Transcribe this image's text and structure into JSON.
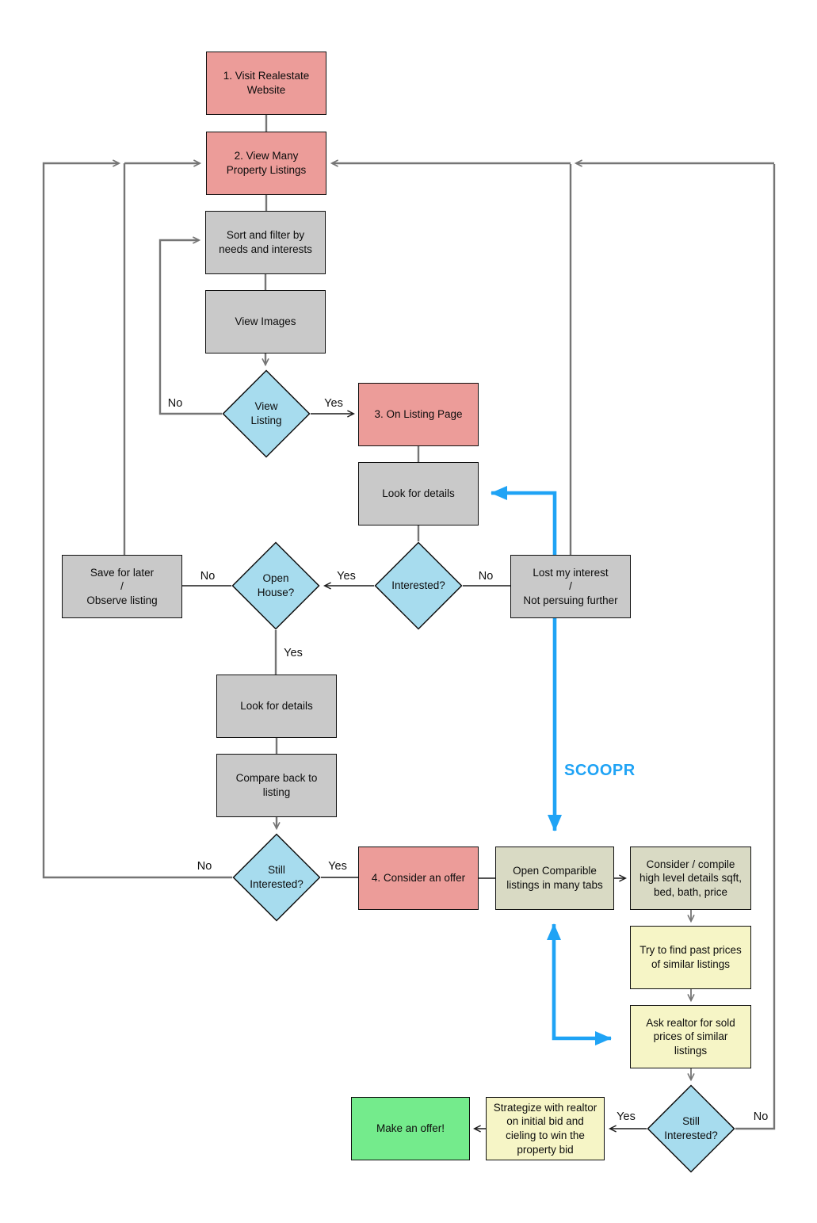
{
  "colors": {
    "start": "#ec9c99",
    "process": "#c9c9c9",
    "decision": "#a7dcee",
    "tool": "#d9dac4",
    "task": "#f6f5c6",
    "end": "#74eb8c",
    "accent": "#1fa3f5",
    "line": "#757575",
    "line_dark": "#1a1a1a"
  },
  "nodes": {
    "visit_website": {
      "text": "1. Visit Realestate Website"
    },
    "view_listings": {
      "text": "2. View Many Property Listings"
    },
    "sort_filter": {
      "text": "Sort and filter by needs and interests"
    },
    "view_images": {
      "text": "View Images"
    },
    "view_listing": {
      "text": "View\nListing"
    },
    "on_listing_page": {
      "text": "3. On Listing Page"
    },
    "look_details_1": {
      "text": "Look for details"
    },
    "interested": {
      "text": "Interested?"
    },
    "lost_interest": {
      "text": "Lost my interest\n/\nNot persuing further"
    },
    "save_later": {
      "text": "Save for later\n/\nObserve listing"
    },
    "open_house": {
      "text": "Open\nHouse?"
    },
    "look_details_2": {
      "text": "Look for details"
    },
    "compare_back": {
      "text": "Compare back to listing"
    },
    "still_interested_1": {
      "text": "Still\nInterested?"
    },
    "consider_offer": {
      "text": "4. Consider an offer"
    },
    "open_comparible": {
      "text": "Open Comparible listings in many tabs"
    },
    "consider_compile": {
      "text": "Consider / compile high level details sqft, bed, bath, price"
    },
    "find_past_prices": {
      "text": "Try to find past prices of similar listings"
    },
    "ask_realtor": {
      "text": "Ask realtor for sold prices of similar listings"
    },
    "still_interested_2": {
      "text": "Still\nInterested?"
    },
    "strategize": {
      "text": "Strategize with realtor on initial bid and cieling to win the property bid"
    },
    "make_offer": {
      "text": "Make an offer!"
    }
  },
  "edge_labels": {
    "view_listing_no": "No",
    "view_listing_yes": "Yes",
    "interested_yes": "Yes",
    "interested_no": "No",
    "open_house_no": "No",
    "open_house_yes": "Yes",
    "still1_no": "No",
    "still1_yes": "Yes",
    "still2_yes": "Yes",
    "still2_no": "No"
  },
  "annotation": {
    "text": "SCOOPR"
  }
}
